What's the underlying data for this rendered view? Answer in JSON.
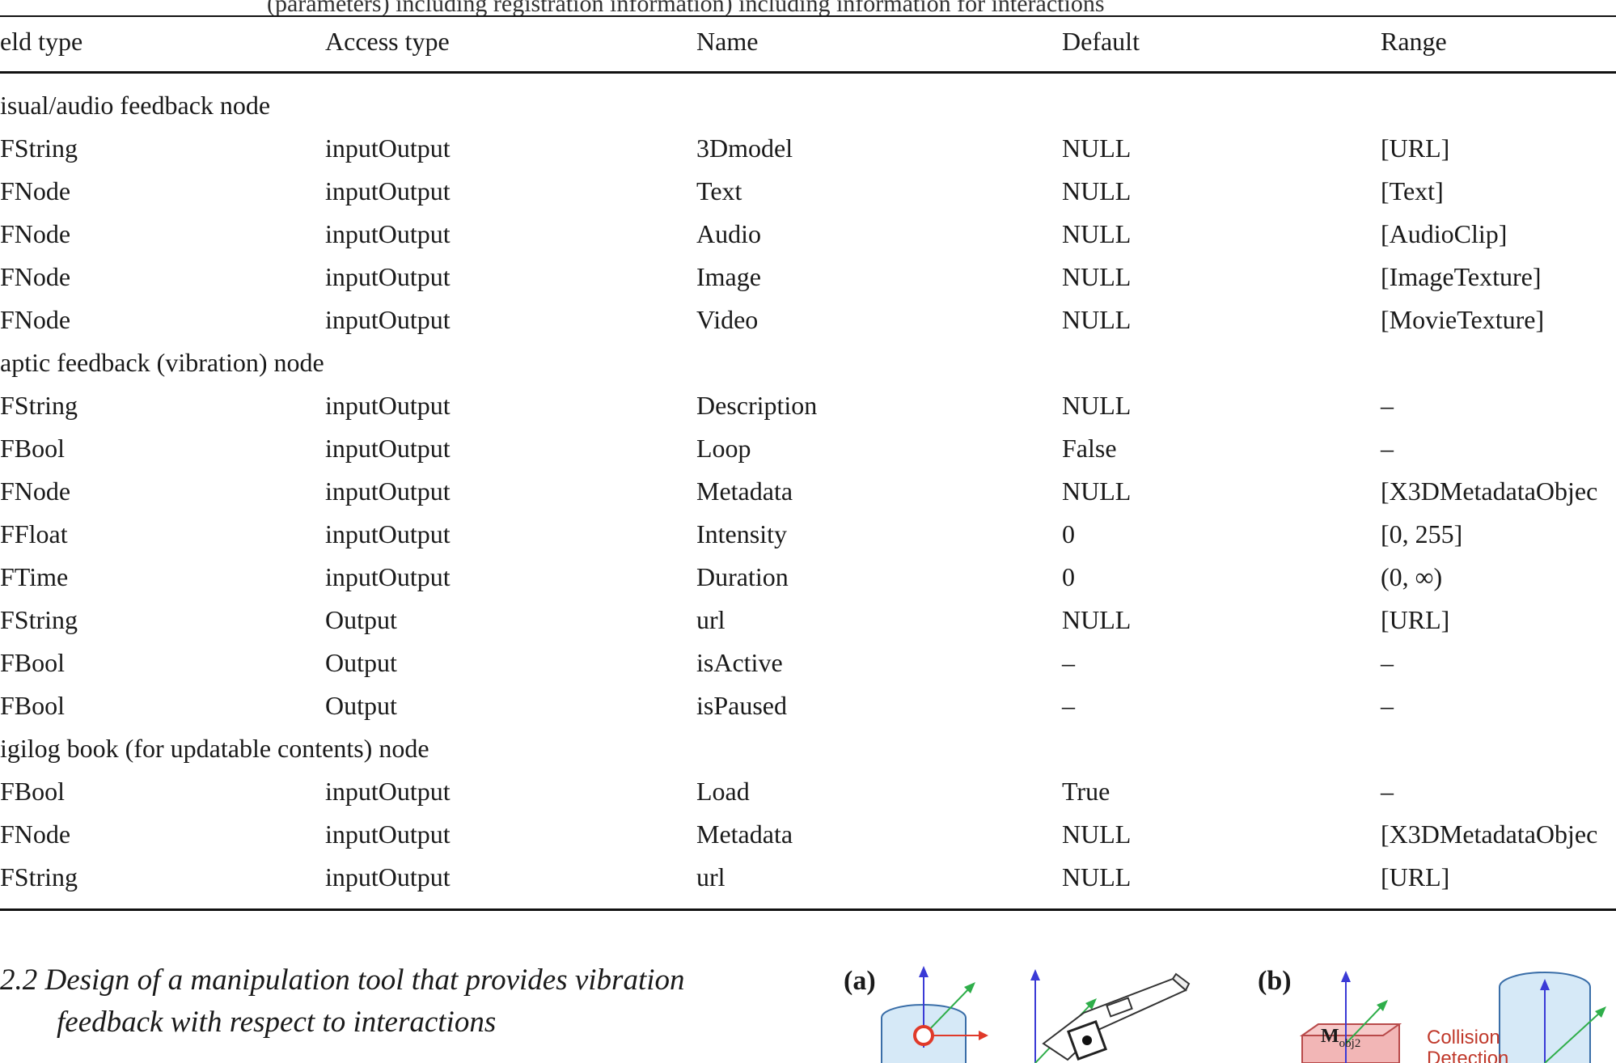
{
  "caption_sliver": "(parameters) including registration information) including information for interactions",
  "columns": [
    "eld type",
    "Access type",
    "Name",
    "Default",
    "Range"
  ],
  "sections": [
    {
      "title": "isual/audio feedback node",
      "rows": [
        [
          "FString",
          "inputOutput",
          "3Dmodel",
          "NULL",
          "[URL]"
        ],
        [
          "FNode",
          "inputOutput",
          "Text",
          "NULL",
          "[Text]"
        ],
        [
          "FNode",
          "inputOutput",
          "Audio",
          "NULL",
          "[AudioClip]"
        ],
        [
          "FNode",
          "inputOutput",
          "Image",
          "NULL",
          "[ImageTexture]"
        ],
        [
          "FNode",
          "inputOutput",
          "Video",
          "NULL",
          "[MovieTexture]"
        ]
      ]
    },
    {
      "title": "aptic feedback (vibration) node",
      "rows": [
        [
          "FString",
          "inputOutput",
          "Description",
          "NULL",
          "–"
        ],
        [
          "FBool",
          "inputOutput",
          "Loop",
          "False",
          "–"
        ],
        [
          "FNode",
          "inputOutput",
          "Metadata",
          "NULL",
          "[X3DMetadataObjec"
        ],
        [
          "FFloat",
          "inputOutput",
          "Intensity",
          "0",
          "[0, 255]"
        ],
        [
          "FTime",
          "inputOutput",
          "Duration",
          "0",
          "(0, ∞)"
        ],
        [
          "FString",
          "Output",
          "url",
          "NULL",
          "[URL]"
        ],
        [
          "FBool",
          "Output",
          "isActive",
          "–",
          "–"
        ],
        [
          "FBool",
          "Output",
          "isPaused",
          "–",
          "–"
        ]
      ]
    },
    {
      "title": "igilog book (for updatable contents) node",
      "rows": [
        [
          "FBool",
          "inputOutput",
          "Load",
          "True",
          "–"
        ],
        [
          "FNode",
          "inputOutput",
          "Metadata",
          "NULL",
          "[X3DMetadataObjec"
        ],
        [
          "FString",
          "inputOutput",
          "url",
          "NULL",
          "[URL]"
        ]
      ]
    }
  ],
  "heading": {
    "line1": "2.2  Design of a manipulation tool that provides vibration",
    "line2": "feedback with respect to interactions"
  },
  "figure": {
    "label_a": "(a)",
    "label_b": "(b)",
    "m_label": "M",
    "m_sub": "obj2",
    "collision_line1": "Collision",
    "collision_line2": "Detection",
    "colors": {
      "axis_blue": "#3a3ad6",
      "axis_green": "#2fae4a",
      "axis_red": "#e03a2a",
      "cylinder_fill": "#d6e9f7",
      "cylinder_stroke": "#3a6ea8",
      "box_fill": "#f2b6b6",
      "box_stroke": "#b84a4a",
      "collision_text": "#c0392b"
    }
  }
}
